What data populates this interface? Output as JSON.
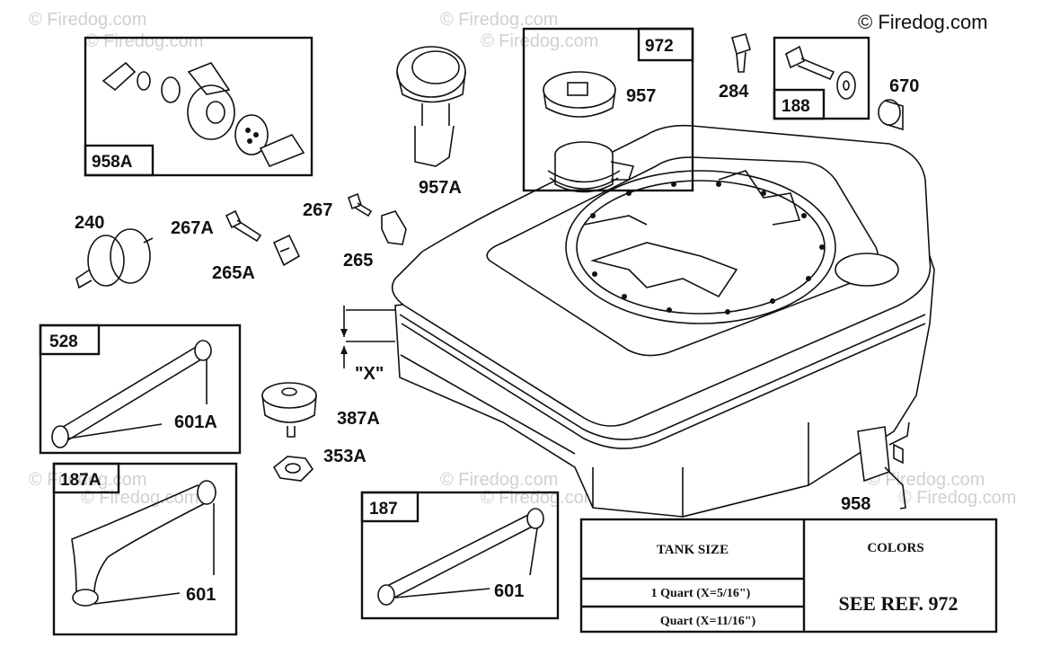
{
  "watermark": {
    "text": "© Firedog.com"
  },
  "copyright": "© Firedog.com",
  "parts": {
    "p958A": "958A",
    "p957A": "957A",
    "p972": "972",
    "p957": "957",
    "p284": "284",
    "p188": "188",
    "p670": "670",
    "p240": "240",
    "p267A": "267A",
    "p267": "267",
    "p265A": "265A",
    "p265": "265",
    "p528": "528",
    "p601A": "601A",
    "pX": "\"X\"",
    "p387A": "387A",
    "p353A": "353A",
    "p187A": "187A",
    "p601a": "601",
    "p187": "187",
    "p601b": "601",
    "p958": "958"
  },
  "table": {
    "col1_header": "TANK SIZE",
    "col2_header": "COLORS",
    "row1": "1 Quart (X=5/16\")",
    "row2": "Quart (X=11/16\")",
    "colors_value": "SEE REF. 972"
  }
}
